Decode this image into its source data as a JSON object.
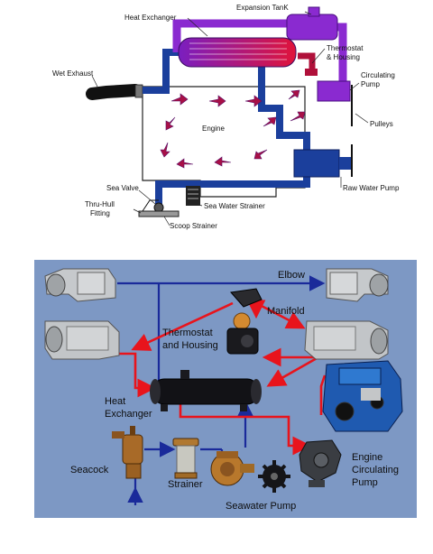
{
  "top_diagram": {
    "labels": {
      "expansion_tank": "Expansion TanK",
      "heat_exchanger": "Heat Exchanger",
      "thermostat_1": "Thermostat",
      "thermostat_2": "& Housing",
      "circulating_1": "Circulating",
      "circulating_2": "Pump",
      "wet_exhaust": "Wet Exhaust",
      "engine": "Engine",
      "pulleys": "Pulleys",
      "raw_water_pump": "Raw Water Pump",
      "sea_valve": "Sea Valve",
      "thru_hull_1": "Thru-Hull",
      "thru_hull_2": "Fitting",
      "sea_water_strainer": "Sea Water Strainer",
      "scoop_strainer": "Scoop Strainer"
    },
    "colors": {
      "fresh_water": "#7b22c8",
      "raw_water": "#1b3f9c",
      "engine_flow": "#b0103a"
    }
  },
  "bottom_diagram": {
    "labels": {
      "elbow": "Elbow",
      "manifold": "Manifold",
      "thermostat_1": "Thermostat",
      "thermostat_2": "and Housing",
      "heat_exchanger_1": "Heat",
      "heat_exchanger_2": "Exchanger",
      "engine_1": "Engine",
      "engine_2": "Circulating",
      "engine_3": "Pump",
      "seacock": "Seacock",
      "strainer": "Strainer",
      "seawater_pump": "Seawater Pump"
    },
    "colors": {
      "background": "#7d98c4",
      "hot_line": "#e8141c",
      "cold_line": "#1a2a9a"
    }
  }
}
